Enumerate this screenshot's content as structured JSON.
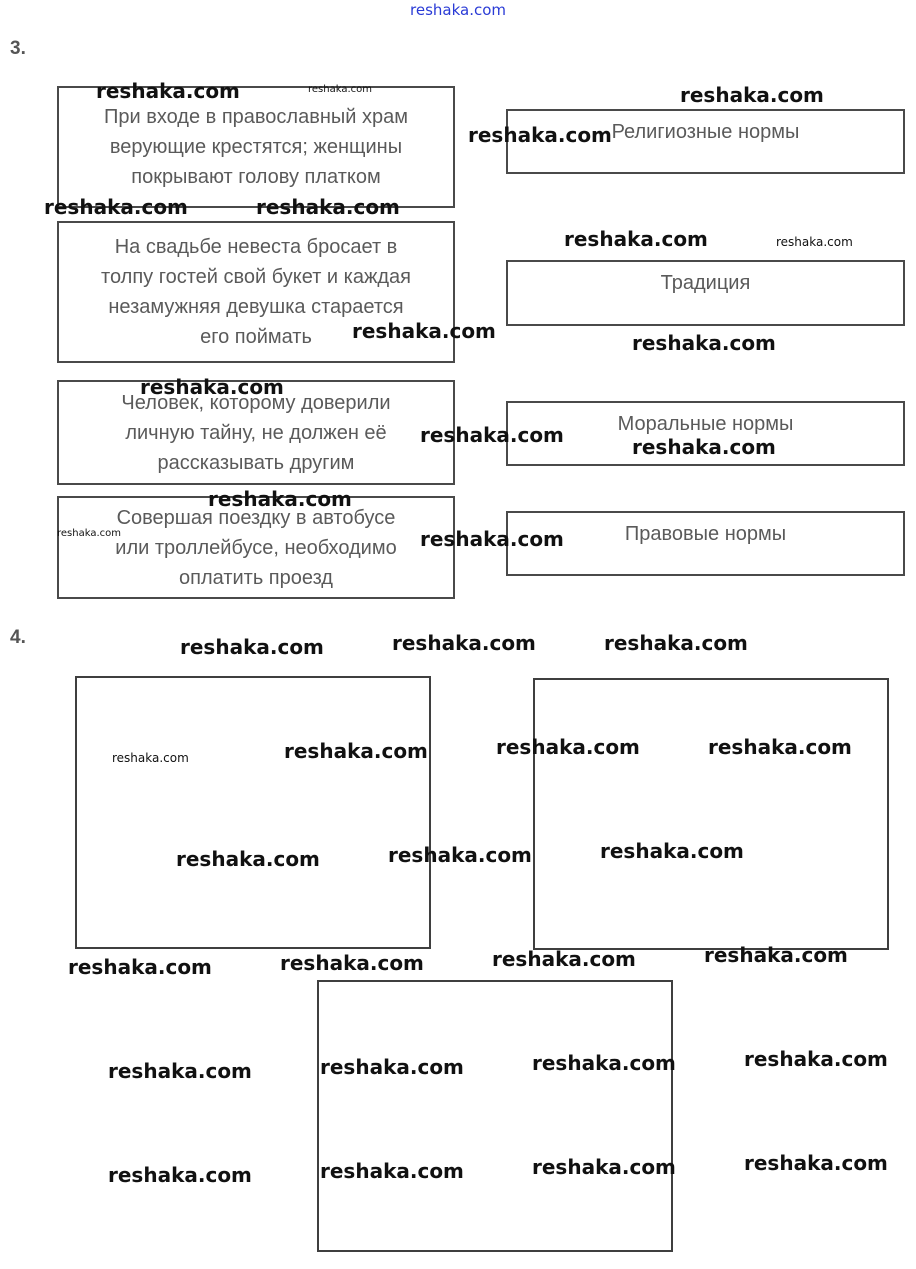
{
  "header": {
    "site": "reshaka.com"
  },
  "task3": {
    "number": "3.",
    "situations": [
      "При входе в православный храм\nверующие крестятся; женщины\nпокрывают голову платком",
      "На свадьбе невеста бросает в\nтолпу гостей свой букет и каждая\nнезамужняя девушка старается\nего поймать",
      "Человек, которому доверили\nличную тайну, не должен её\nрассказывать другим",
      "Совершая поездку в автобусе\nили троллейбусе, необходимо\nоплатить проезд"
    ],
    "norms": [
      "Религиозные нормы",
      "Традиция",
      "Моральные нормы",
      "Правовые нормы"
    ]
  },
  "task4": {
    "number": "4."
  },
  "watermark": "reshaka.com"
}
